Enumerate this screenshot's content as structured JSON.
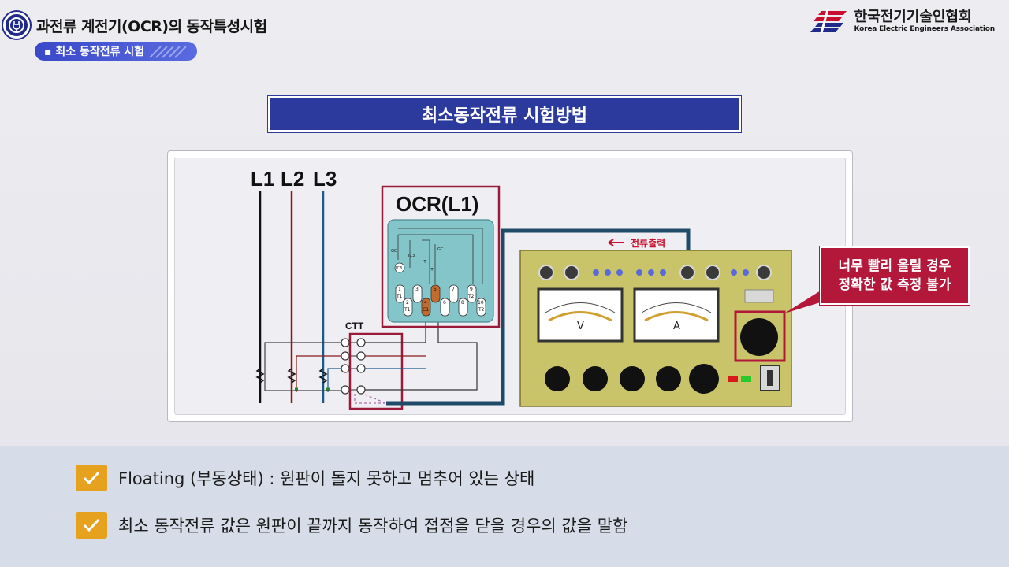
{
  "header": {
    "title": "과전류 계전기(OCR)의 동작특성시험",
    "subtitle": "▪ 최소 동작전류 시험"
  },
  "brand": {
    "name": "한국전기기술인협회",
    "name_en": "Korea Electric Engineers Association"
  },
  "section_title": "최소동작전류 시험방법",
  "diagram": {
    "lines": [
      "L1",
      "L2",
      "L3"
    ],
    "ocr_label": "OCR(L1)",
    "ctt_label": "CTT",
    "ocr_terminals": [
      "1",
      "T1",
      "2",
      "T1",
      "3",
      "4",
      "C1",
      "5",
      "6",
      "7",
      "8",
      "9",
      "T2",
      "10",
      "T2"
    ],
    "ocr_small_labels": [
      "GC",
      "IC3",
      "GC",
      "IC3",
      "IT",
      "IT"
    ],
    "output_label": "전류출력",
    "meter_v": "V",
    "meter_a": "A"
  },
  "callout": {
    "line1": "너무 빨리 올릴 경우",
    "line2": "정확한 값 측정 불가"
  },
  "notes": [
    "Floating (부동상태) : 원판이 돌지 못하고 멈추어 있는 상태",
    "최소 동작전류 값은 원판이 끝까지 동작하여 접점을 닫을 경우의 값을 말함"
  ],
  "colors": {
    "accent_blue": "#2b3a9c",
    "accent_red": "#b3173a",
    "test_set": "#c9c46a",
    "ocr_teal": "#84c5c9",
    "check": "#e6a21e"
  }
}
